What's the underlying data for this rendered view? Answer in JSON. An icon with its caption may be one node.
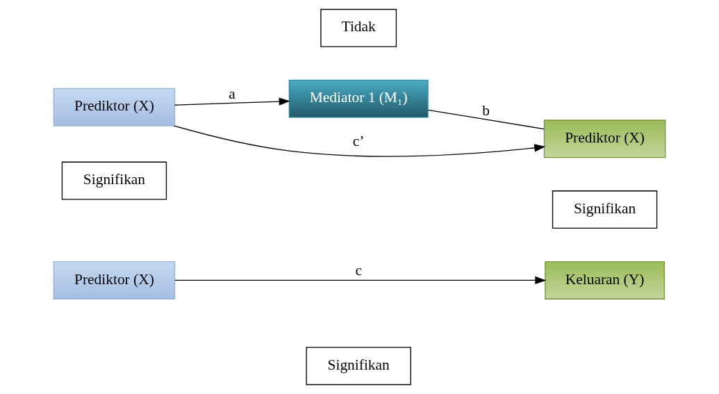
{
  "diagram": {
    "nodes": [
      {
        "text": [
          "Signifikan"
        ]
      },
      {
        "text": [
          "Prediktor (X)"
        ]
      },
      {
        "text": [
          "Keluaran (Y)"
        ]
      },
      {
        "text": [
          "Signifikan"
        ]
      },
      {
        "text": [
          "Signifikan"
        ]
      },
      {
        "text": [
          "Mediator 1 (M₁)"
        ]
      },
      {
        "text": [
          "Prediktor (X)"
        ]
      },
      {
        "text": [
          "Prediktor (X)"
        ]
      },
      {
        "text": [
          "Tidak"
        ]
      }
    ],
    "edges": [
      {
        "from": 1,
        "to": 2,
        "arrow": "to",
        "label": "c"
      },
      {
        "from": 6,
        "to": 5,
        "arrow": "to",
        "label": "a"
      },
      {
        "from": 5,
        "to": 7,
        "arrow": "none",
        "label": "b"
      },
      {
        "from": 6,
        "to": 7,
        "arrow": "to",
        "label": "c’"
      }
    ]
  }
}
